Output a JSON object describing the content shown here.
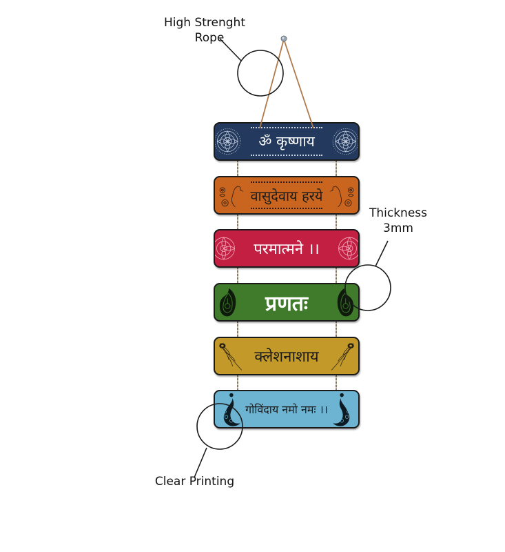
{
  "annotations": {
    "rope": {
      "line1": "High Strenght",
      "line2": "Rope"
    },
    "thickness": {
      "line1": "Thickness",
      "line2": "3mm"
    },
    "printing": {
      "label": "Clear Printing"
    }
  },
  "plaques": [
    {
      "text": "ॐ कृष्णाय",
      "bg": "#233a5e",
      "text_color": "#ffffff",
      "motif": "mandala",
      "motif_color": "#c9d3e2"
    },
    {
      "text": "वासुदेवाय हरये",
      "bg": "#c9651f",
      "text_color": "#1a1a1a",
      "motif": "swan-floral",
      "motif_color": "#2a1a10"
    },
    {
      "text": "परमात्मने ।।",
      "bg": "#c21f42",
      "text_color": "#ffffff",
      "motif": "mandala",
      "motif_color": "#f2a9b9"
    },
    {
      "text": "प्रणतः",
      "bg": "#3f7b2a",
      "text_color": "#ffffff",
      "motif": "paisley",
      "motif_color": "#0e1a0b"
    },
    {
      "text": "क्लेशनाशाय",
      "bg": "#c39a2a",
      "text_color": "#1a1a1a",
      "motif": "peacock-feather",
      "motif_color": "#2a2010"
    },
    {
      "text": "गोविंदाय नमो नमः ।।",
      "bg": "#6db4d2",
      "text_color": "#1a1a1a",
      "motif": "peacock",
      "motif_color": "#0d1a22"
    }
  ],
  "colors": {
    "rope": "#b07a4a",
    "callout": "#1a1a1a",
    "nail": "#9aa6b2"
  }
}
